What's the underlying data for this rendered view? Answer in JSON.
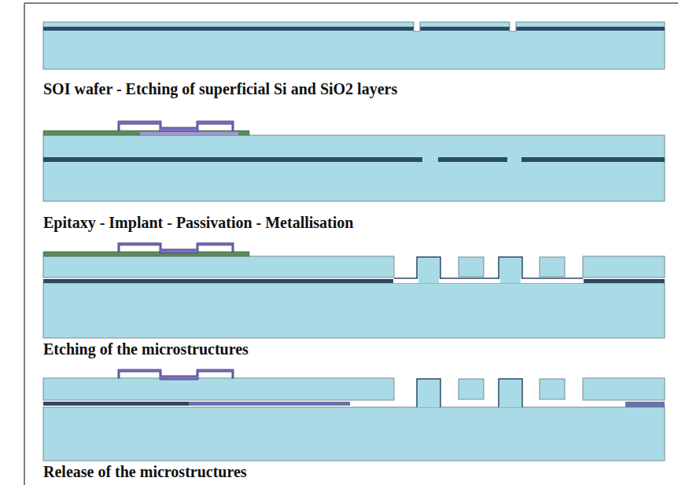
{
  "diagram": {
    "labels": [
      "SOI wafer - Etching of superficial Si and SiO2 layers",
      "Epitaxy - Implant - Passivation - Metallisation",
      "Etching of the microstructures",
      "Release of the microstructures"
    ]
  }
}
